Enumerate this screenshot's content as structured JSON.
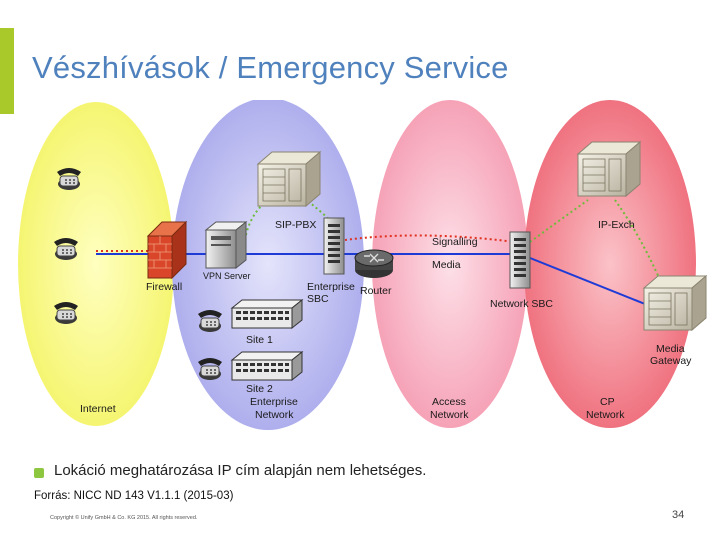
{
  "slide": {
    "title": "Vészhívások / Emergency Service",
    "bullet": "Lokáció meghatározása IP cím alapján nem lehetséges.",
    "source": "Forrás: NICC ND 143 V1.1.1 (2015-03)",
    "copyright": "Copyright © Unify GmbH & Co. KG 2015. All rights reserved.",
    "page_number": "34",
    "accent_color": "#a9c92b",
    "title_color": "#4f81bd"
  },
  "diagram": {
    "zones": [
      {
        "label": "Internet",
        "color": "#fdfd8c"
      },
      {
        "label": "Enterprise Network",
        "label_lines": [
          "Enterprise",
          "Network"
        ],
        "color": "#c3c3f4"
      },
      {
        "label": "Access Network",
        "label_lines": [
          "Access",
          "Network"
        ],
        "color": "#f9b7c8"
      },
      {
        "label": "CP Network",
        "label_lines": [
          "CP",
          "Network"
        ],
        "color": "#f58a96"
      }
    ],
    "nodes": {
      "firewall": "Firewall",
      "vpn_server": "VPN Server",
      "sip_pbx": "SIP-PBX",
      "enterprise_sbc": [
        "Enterprise",
        "SBC"
      ],
      "router": "Router",
      "signalling": "Signalling",
      "media": "Media",
      "network_sbc": "Network SBC",
      "ip_exch": "IP-Exch",
      "media_gateway": [
        "Media",
        "Gateway"
      ],
      "site1": "Site 1",
      "site2": "Site 2"
    },
    "icons": [
      "phone-icon",
      "server-icon",
      "firewall-icon",
      "router-icon",
      "switch-icon"
    ]
  }
}
